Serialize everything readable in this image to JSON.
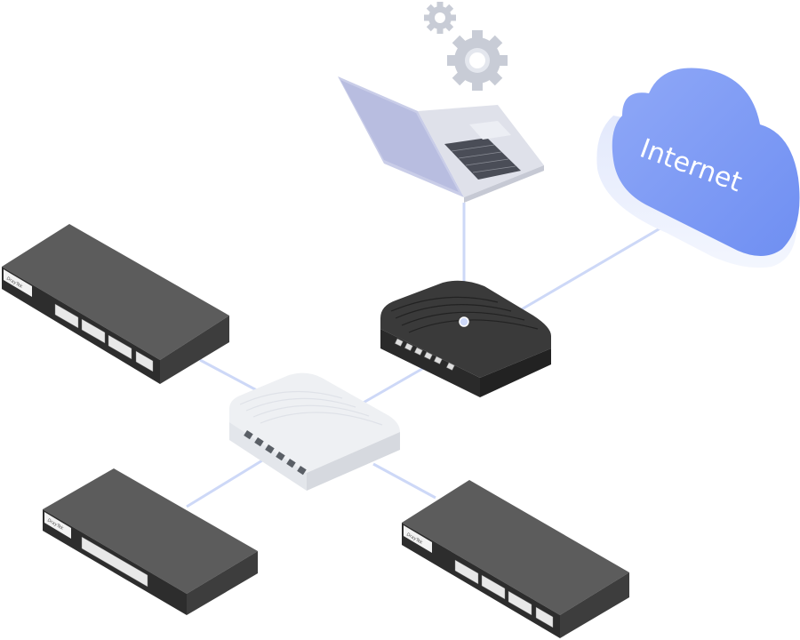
{
  "cloud": {
    "label": "Internet",
    "color": "#7d9bf5"
  },
  "colors": {
    "link": "#cdd8f7",
    "device_dark": "#4a4a4a",
    "device_top": "#5c5c5c",
    "router": "#2f2f2f",
    "switch_light": "#eef0f3",
    "laptop": "#c9cde8",
    "gear": "#c8ccd6"
  },
  "devices": {
    "laptop": {
      "icon": "laptop-icon"
    },
    "gears": {
      "icon": "gear-icon"
    },
    "router": {
      "icon": "router-icon"
    },
    "core_switch": {
      "icon": "switch-icon"
    },
    "switch_top_left": {
      "brand": "DrayTek",
      "icon": "switch-icon"
    },
    "switch_bottom_left": {
      "brand": "DrayTek",
      "icon": "switch-icon"
    },
    "switch_bottom_right": {
      "brand": "DrayTek",
      "icon": "switch-icon"
    }
  }
}
